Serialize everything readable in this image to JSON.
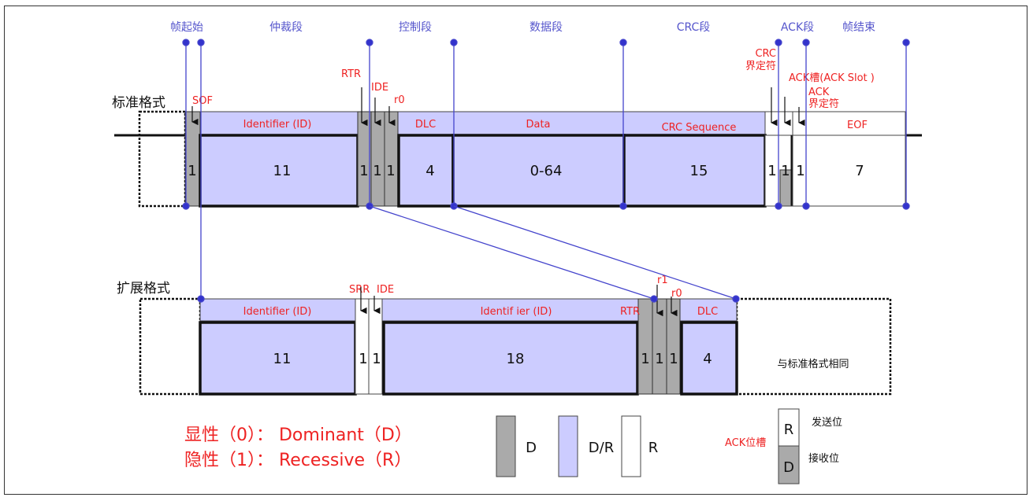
{
  "segments": [
    {
      "label": "帧起始"
    },
    {
      "label": "仲裁段"
    },
    {
      "label": "控制段"
    },
    {
      "label": "数据段"
    },
    {
      "label": "CRC段"
    },
    {
      "label": "ACK段"
    },
    {
      "label": "帧结束"
    }
  ],
  "standard": {
    "title": "标准格式",
    "annotations": {
      "sof": "SOF",
      "rtr": "RTR",
      "ide": "IDE",
      "r0": "r0",
      "crc_delim_1": "CRC",
      "crc_delim_2": "界定符",
      "ack_slot": "ACK槽(ACK Slot )",
      "ack_delim_1": "ACK",
      "ack_delim_2": "界定符"
    },
    "fields": [
      {
        "name": "SOF",
        "header": "",
        "bits": "1",
        "type": "D"
      },
      {
        "name": "Identifier",
        "header": "Identifier (ID)",
        "bits": "11",
        "type": "D/R"
      },
      {
        "name": "RTR",
        "header": "",
        "bits": "1",
        "type": "D"
      },
      {
        "name": "IDE",
        "header": "",
        "bits": "1",
        "type": "D"
      },
      {
        "name": "r0",
        "header": "",
        "bits": "1",
        "type": "D"
      },
      {
        "name": "DLC",
        "header": "DLC",
        "bits": "4",
        "type": "D/R"
      },
      {
        "name": "Data",
        "header": "Data",
        "bits": "0-64",
        "type": "D/R"
      },
      {
        "name": "CRC",
        "header": "CRC Sequence",
        "bits": "15",
        "type": "D/R"
      },
      {
        "name": "CRC Delimiter",
        "header": "",
        "bits": "1",
        "type": "R"
      },
      {
        "name": "ACK Slot",
        "header": "",
        "bits": "1",
        "type": "R/D"
      },
      {
        "name": "ACK Delimiter",
        "header": "",
        "bits": "1",
        "type": "R"
      },
      {
        "name": "EOF",
        "header": "EOF",
        "bits": "7",
        "type": "R"
      }
    ]
  },
  "extended": {
    "title": "扩展格式",
    "annotations": {
      "srr": "SRR",
      "ide": "IDE",
      "rtr": "RTR",
      "r1": "r1",
      "r0": "r0"
    },
    "fields": [
      {
        "name": "Identifier",
        "header": "Identifier (ID)",
        "bits": "11",
        "type": "D/R"
      },
      {
        "name": "SRR",
        "header": "",
        "bits": "1",
        "type": "R"
      },
      {
        "name": "IDE",
        "header": "",
        "bits": "1",
        "type": "R"
      },
      {
        "name": "Identifier Ext",
        "header": "Identif ier (ID)",
        "bits": "18",
        "type": "D/R"
      },
      {
        "name": "RTR",
        "header": "",
        "bits": "1",
        "type": "D"
      },
      {
        "name": "r1",
        "header": "",
        "bits": "1",
        "type": "D"
      },
      {
        "name": "r0",
        "header": "",
        "bits": "1",
        "type": "D"
      },
      {
        "name": "DLC",
        "header": "DLC",
        "bits": "4",
        "type": "D/R"
      }
    ],
    "rest_label": "与标准格式相同"
  },
  "legend": {
    "dominant": "显性（0）： Dominant（D）",
    "recessive": "隐性（1）： Recessive（R）",
    "swatches": [
      {
        "label": "D",
        "color": "#aaaaaa"
      },
      {
        "label": "D/R",
        "color": "#ccccff"
      },
      {
        "label": "R",
        "color": "#ffffff"
      }
    ],
    "ack": {
      "title": "ACK位槽",
      "top_letter": "R",
      "bottom_letter": "D",
      "top_desc": "发送位",
      "bottom_desc": "接收位"
    }
  },
  "colors": {
    "dominant": "#aaaaaa",
    "dr": "#ccccff",
    "recessive": "#ffffff",
    "segment_line": "#4444cc",
    "annotation": "#ee2222"
  }
}
